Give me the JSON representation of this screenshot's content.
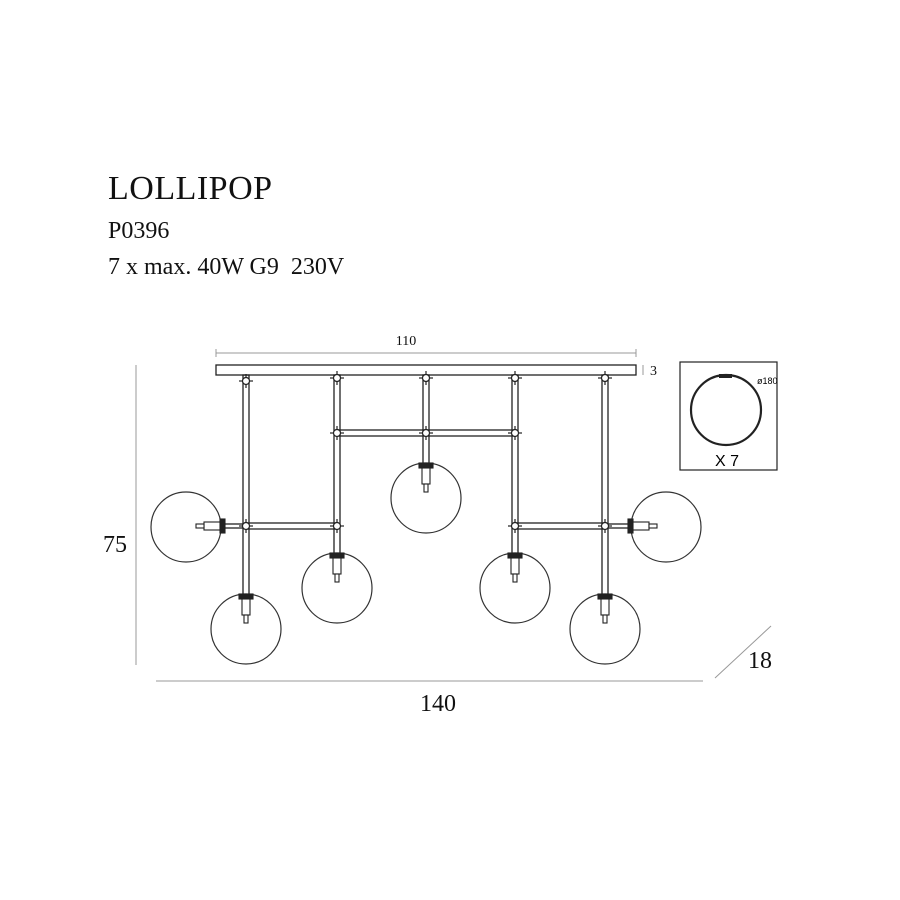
{
  "product": {
    "name": "LOLLIPOP",
    "code": "P0396",
    "spec": "7 x max. 40W G9  230V"
  },
  "dimensions": {
    "canopy_length": "110",
    "canopy_thickness": "3",
    "height": "75",
    "width": "140",
    "depth": "18"
  },
  "detail": {
    "diameter_label": "ø180",
    "quantity_label": "X 7"
  },
  "colors": {
    "line": "#222222",
    "dim_line": "#888888"
  }
}
